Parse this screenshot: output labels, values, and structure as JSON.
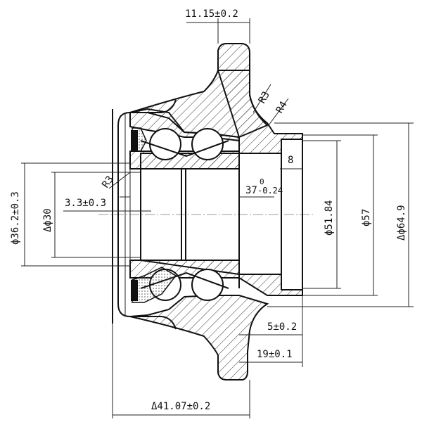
{
  "drawing": {
    "title": "Wheel hub bearing assembly cross-section",
    "dimensions": {
      "top_stud_width": "11.15±0.2",
      "bore_outer": "ϕ36.2±0.3",
      "bore_inner": "Δϕ30",
      "seal_offset": "3.3±0.3",
      "radius_left": "R3",
      "radius_top_1": "R3",
      "radius_top_2": "R4",
      "boss_width": "8",
      "bearing_width_main": "37",
      "bearing_width_tol_upper": "0",
      "bearing_width_tol_lower": "-0.24",
      "boss_diameter_1": "ϕ51.84",
      "boss_diameter_2": "ϕ57",
      "boss_diameter_3": "Δϕ64.9",
      "flange_offset_1": "5±0.2",
      "flange_offset_2": "19±0.1",
      "overall_length": "Δ41.07±0.2"
    },
    "colors": {
      "line": "#111111",
      "centerline": "#999999"
    }
  }
}
